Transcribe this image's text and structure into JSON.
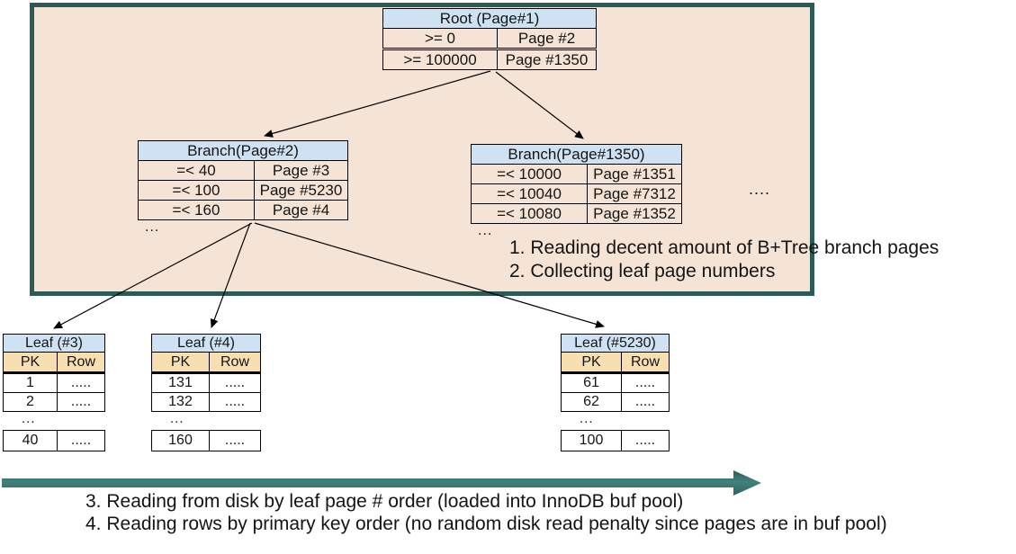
{
  "colors": {
    "box_border": "#2a5b56",
    "box_fill": "#f5e3d5",
    "table_header_blue": "#cfe2f3",
    "pk_header_tan": "#f8dfb2",
    "big_arrow_teal": "#41827c",
    "big_arrow_edge": "#2a5a56",
    "line_color": "#000000"
  },
  "root": {
    "title": "Root (Page#1)",
    "rows": [
      [
        ">= 0",
        "Page #2"
      ],
      [
        ">= 100000",
        "Page #1350"
      ]
    ]
  },
  "branch2": {
    "title": "Branch(Page#2)",
    "rows": [
      [
        "=< 40",
        "Page #3"
      ],
      [
        "=< 100",
        "Page #5230"
      ],
      [
        "=< 160",
        "Page #4"
      ]
    ],
    "ellipsis": "..."
  },
  "branch1350": {
    "title": "Branch(Page#1350)",
    "rows": [
      [
        "=< 10000",
        "Page #1351"
      ],
      [
        "=< 10040",
        "Page #7312"
      ],
      [
        "=< 10080",
        "Page #1352"
      ]
    ],
    "ellipsis": "...",
    "more_indicator": "...."
  },
  "leaves": [
    {
      "title": "Leaf (#3)",
      "headers": [
        "PK",
        "Row"
      ],
      "rows": [
        [
          "1",
          "....."
        ],
        [
          "2",
          "....."
        ]
      ],
      "ellipsis": "...",
      "last_row": [
        "40",
        "....."
      ]
    },
    {
      "title": "Leaf (#4)",
      "headers": [
        "PK",
        "Row"
      ],
      "rows": [
        [
          "131",
          "....."
        ],
        [
          "132",
          "....."
        ]
      ],
      "ellipsis": "...",
      "last_row": [
        "160",
        "....."
      ]
    },
    {
      "title": "Leaf (#5230)",
      "headers": [
        "PK",
        "Row"
      ],
      "rows": [
        [
          "61",
          "....."
        ],
        [
          "62",
          "....."
        ]
      ],
      "ellipsis": "...",
      "last_row": [
        "100",
        "....."
      ]
    }
  ],
  "notes": {
    "inside_box": [
      "1. Reading decent amount of B+Tree branch pages",
      "2. Collecting leaf page numbers"
    ],
    "below_diagram": [
      "3. Reading from disk by leaf page # order (loaded into InnoDB buf pool)",
      "4. Reading rows by primary key order (no random disk read penalty since pages are in buf pool)"
    ]
  }
}
